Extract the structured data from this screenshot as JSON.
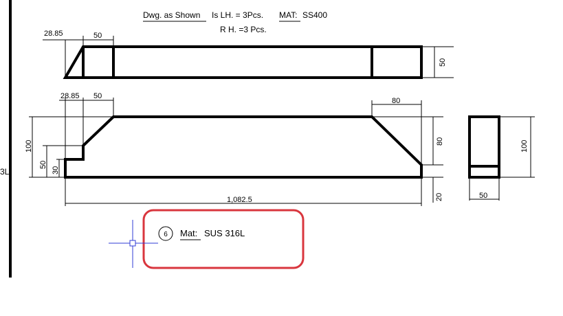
{
  "notes": {
    "dwg_as_shown": "Dwg. as Shown",
    "lh_qty": "Is LH. = 3Pcs.",
    "mat_label": "MAT:",
    "mat_value": "SS400",
    "rh_qty": "R H. =3 Pcs."
  },
  "top_view": {
    "dim_offset": "28.85",
    "dim_width": "50",
    "dim_height": "50"
  },
  "front_view": {
    "dim_offset": "28.85",
    "dim_width": "50",
    "dim_right_width": "80",
    "dim_total_height": "100",
    "dim_step_height": "50",
    "dim_base_height": "30",
    "dim_right_height": "80",
    "dim_right_bottom": "20",
    "dim_length": "1,082.5"
  },
  "side_view": {
    "dim_height": "100",
    "dim_width": "50"
  },
  "callout": {
    "balloon_number": "6",
    "mat_label": "Mat:",
    "mat_value": "SUS 316L",
    "highlight_color": "#d9363e"
  },
  "left_edge": {
    "cut_label": "3L"
  },
  "colors": {
    "cursor": "#2f3bd6",
    "line": "#000000"
  }
}
